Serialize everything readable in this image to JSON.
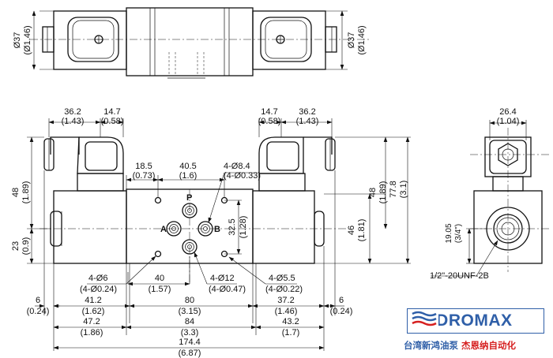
{
  "top_view": {
    "dia_left": "Ø37",
    "dia_left_in": "(Ø1.46)",
    "dia_right": "Ø37",
    "dia_right_in": "(Ø1.46)"
  },
  "front_view": {
    "left_top_36": "36.2",
    "left_top_36_in": "(1.43)",
    "left_top_14": "14.7",
    "left_top_14_in": "(0.58)",
    "right_top_14": "14.7",
    "right_top_14_in": "(0.58)",
    "right_top_36": "36.2",
    "right_top_36_in": "(1.43)",
    "d18": "18.5",
    "d18_in": "(0.73)",
    "d40_5": "40.5",
    "d40_5_in": "(1.6)",
    "holes_84": "4-Ø8.4",
    "holes_84_in": "(4-Ø0.33)",
    "h48_left": "48",
    "h48_left_in": "(1.89)",
    "h23": "23",
    "h23_in": "(0.9)",
    "h32_5": "32.5",
    "h32_5_in": "(1.28)",
    "h48_right": "48",
    "h48_right_in": "(1.89)",
    "h77_8": "77.8",
    "h77_8_in": "(3.1)",
    "h46": "46",
    "h46_in": "(1.81)",
    "port_p": "P",
    "port_a": "A",
    "port_b": "B",
    "holes_6": "4-Ø6",
    "holes_6_in": "(4-Ø0.24)",
    "d40": "40",
    "d40_in": "(1.57)",
    "holes_12": "4-Ø12",
    "holes_12_in": "(4-Ø0.47)",
    "holes_5_5": "4-Ø5.5",
    "holes_5_5_in": "(4-Ø0.22)",
    "w6_left": "6",
    "w6_left_in": "(0.24)",
    "w41_2": "41.2",
    "w41_2_in": "(1.62)",
    "w80": "80",
    "w80_in": "(3.15)",
    "w37_2": "37.2",
    "w37_2_in": "(1.46)",
    "w6_right": "6",
    "w6_right_in": "(0.24)",
    "w47_2": "47.2",
    "w47_2_in": "(1.86)",
    "w84": "84",
    "w84_in": "(3.3)",
    "w43_2": "43.2",
    "w43_2_in": "(1.7)",
    "w174_4": "174.4",
    "w174_4_in": "(6.87)"
  },
  "side_view": {
    "w26_4": "26.4",
    "w26_4_in": "(1.04)",
    "h19_05": "19.05",
    "h19_05_in": "(3/4\")",
    "thread": "1/2\"-20UNF-2B"
  },
  "brand": {
    "name": "HYDROMAX",
    "sub_blue": "台湾新鸿油泵",
    "sub_red": "杰恩纳自动化",
    "blue": "#2f5fa8",
    "red": "#d62020"
  }
}
